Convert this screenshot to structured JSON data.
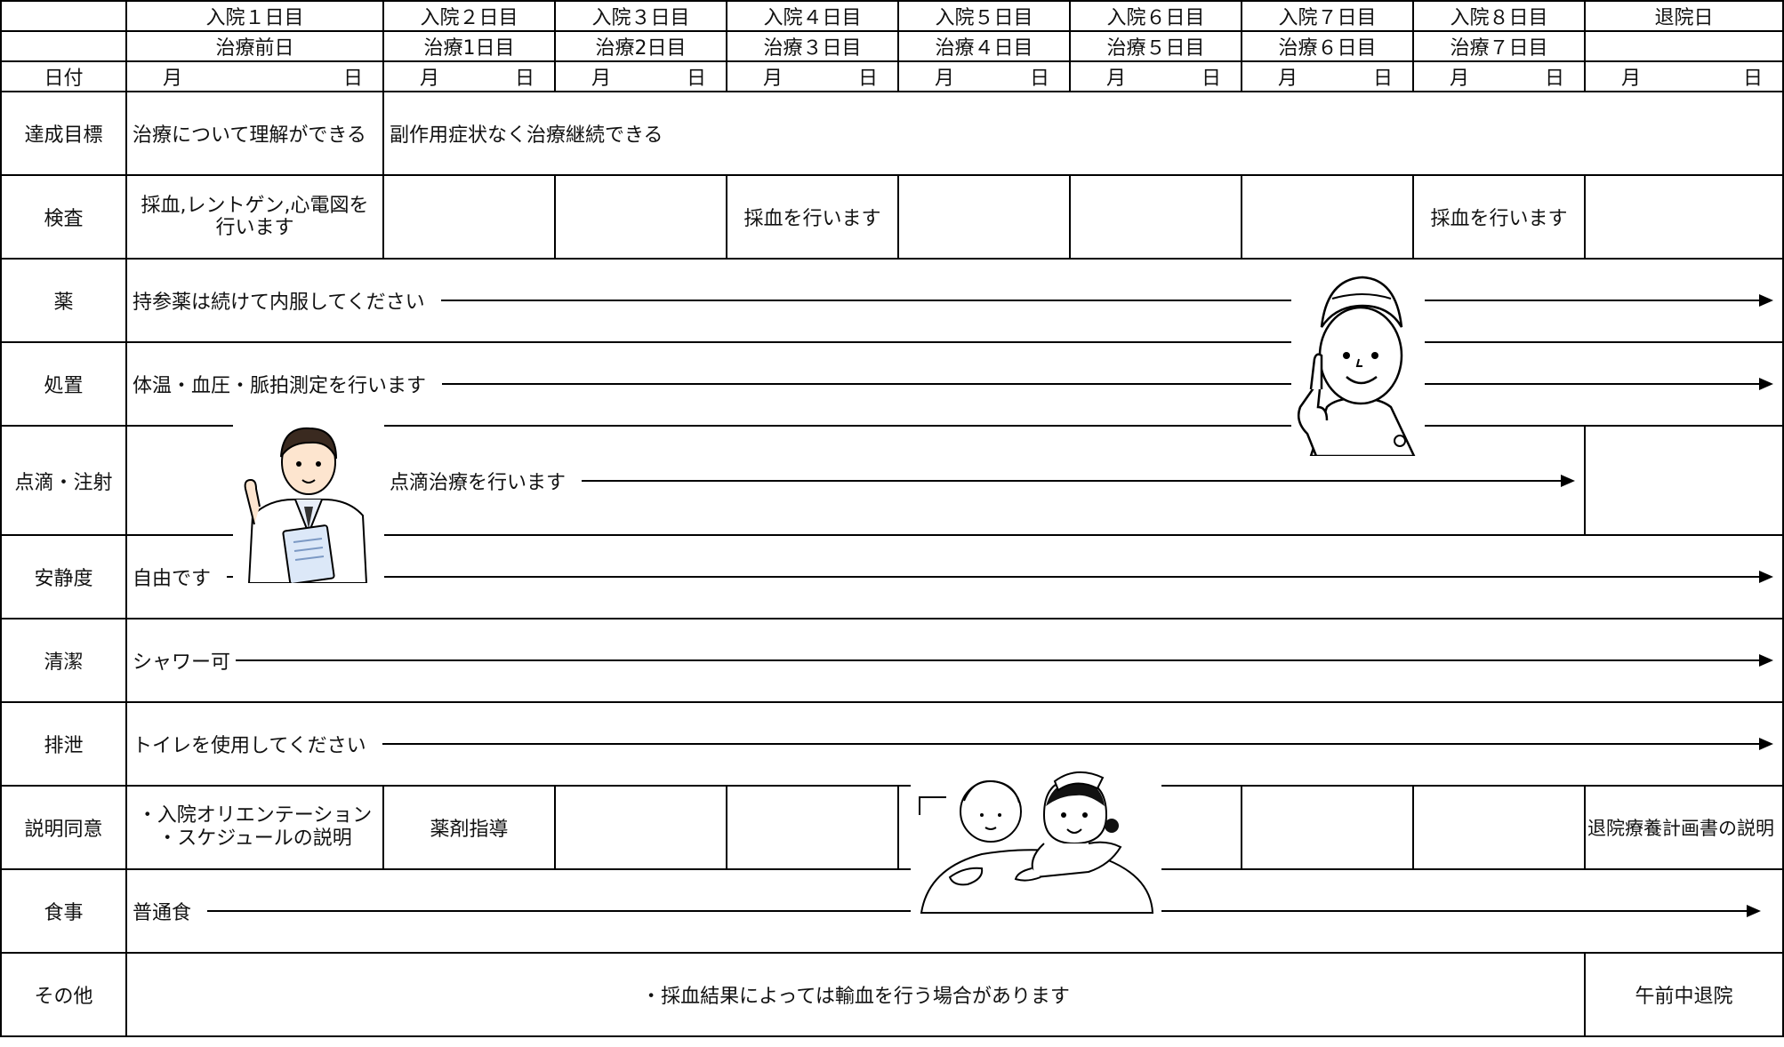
{
  "header": {
    "days": [
      {
        "admission": "入院１日目",
        "treatment": "治療前日"
      },
      {
        "admission": "入院２日目",
        "treatment": "治療1日目"
      },
      {
        "admission": "入院３日目",
        "treatment": "治療2日目"
      },
      {
        "admission": "入院４日目",
        "treatment": "治療３日目"
      },
      {
        "admission": "入院５日目",
        "treatment": "治療４日目"
      },
      {
        "admission": "入院６日目",
        "treatment": "治療５日目"
      },
      {
        "admission": "入院７日目",
        "treatment": "治療６日目"
      },
      {
        "admission": "入院８日目",
        "treatment": "治療７日目"
      },
      {
        "admission": "退院日",
        "treatment": ""
      }
    ],
    "date_label": "日付",
    "month": "月",
    "day": "日"
  },
  "rows": {
    "goal": {
      "label": "達成目標",
      "day1": "治療について理解ができる",
      "rest": "副作用症状なく治療継続できる"
    },
    "exam": {
      "label": "検査",
      "day1": "採血,レントゲン,心電図を行います",
      "day4": "採血を行います",
      "day8": "採血を行います"
    },
    "medicine": {
      "label": "薬",
      "text": "持参薬は続けて内服してください"
    },
    "treatment": {
      "label": "処置",
      "text": "体温・血圧・脈拍測定を行います"
    },
    "drip": {
      "label": "点滴・注射",
      "text": "点滴治療を行います"
    },
    "rest": {
      "label": "安静度",
      "text": "自由です"
    },
    "hygiene": {
      "label": "清潔",
      "text": "シャワー可"
    },
    "excretion": {
      "label": "排泄",
      "text": "トイレを使用してください"
    },
    "explanation": {
      "label": "説明同意",
      "day1_line1": "・入院オリエンテーション",
      "day1_line2": "・スケジュールの説明",
      "day2": "薬剤指導",
      "discharge": "退院療養計画書の説明"
    },
    "meal": {
      "label": "食事",
      "text": "普通食"
    },
    "other": {
      "label": "その他",
      "text": "・採血結果によっては輸血を行う場合があります",
      "discharge": "午前中退院"
    }
  },
  "illustrations": {
    "doctor": "doctor-illustration",
    "nurse": "nurse-pointing-illustration",
    "care": "nurse-caring-patient-illustration"
  },
  "colors": {
    "border": "#000000",
    "background": "#ffffff",
    "text": "#111111"
  }
}
